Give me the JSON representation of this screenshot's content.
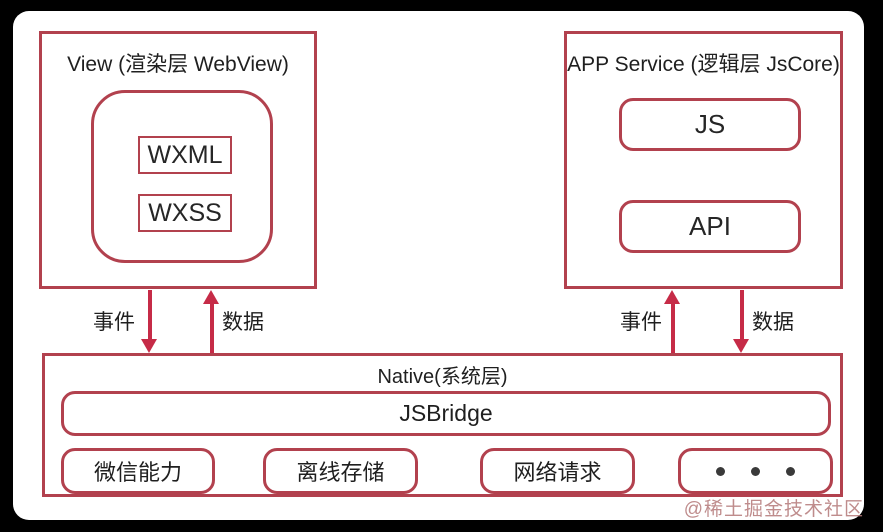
{
  "diagram": {
    "view_panel": {
      "title": "View (渲染层 WebView)",
      "modules": [
        "WXML",
        "WXSS"
      ]
    },
    "service_panel": {
      "title": "APP Service (逻辑层 JsCore)",
      "modules": [
        "JS",
        "API"
      ]
    },
    "links": {
      "left_event_label": "事件",
      "left_data_label": "数据",
      "right_event_label": "事件",
      "right_data_label": "数据",
      "left_event_direction": "down",
      "left_data_direction": "up",
      "right_event_direction": "up",
      "right_data_direction": "down"
    },
    "native_panel": {
      "title": "Native(系统层)",
      "bridge": "JSBridge",
      "capabilities": [
        "微信能力",
        "离线存储",
        "网络请求",
        "···"
      ]
    },
    "watermark": "@稀土掘金技术社区",
    "colors": {
      "box_border": "#b2414e",
      "arrow": "#c62b47",
      "text": "#1f1f1f",
      "sheet_background": "#ffffff",
      "frame_background": "#000000"
    }
  }
}
